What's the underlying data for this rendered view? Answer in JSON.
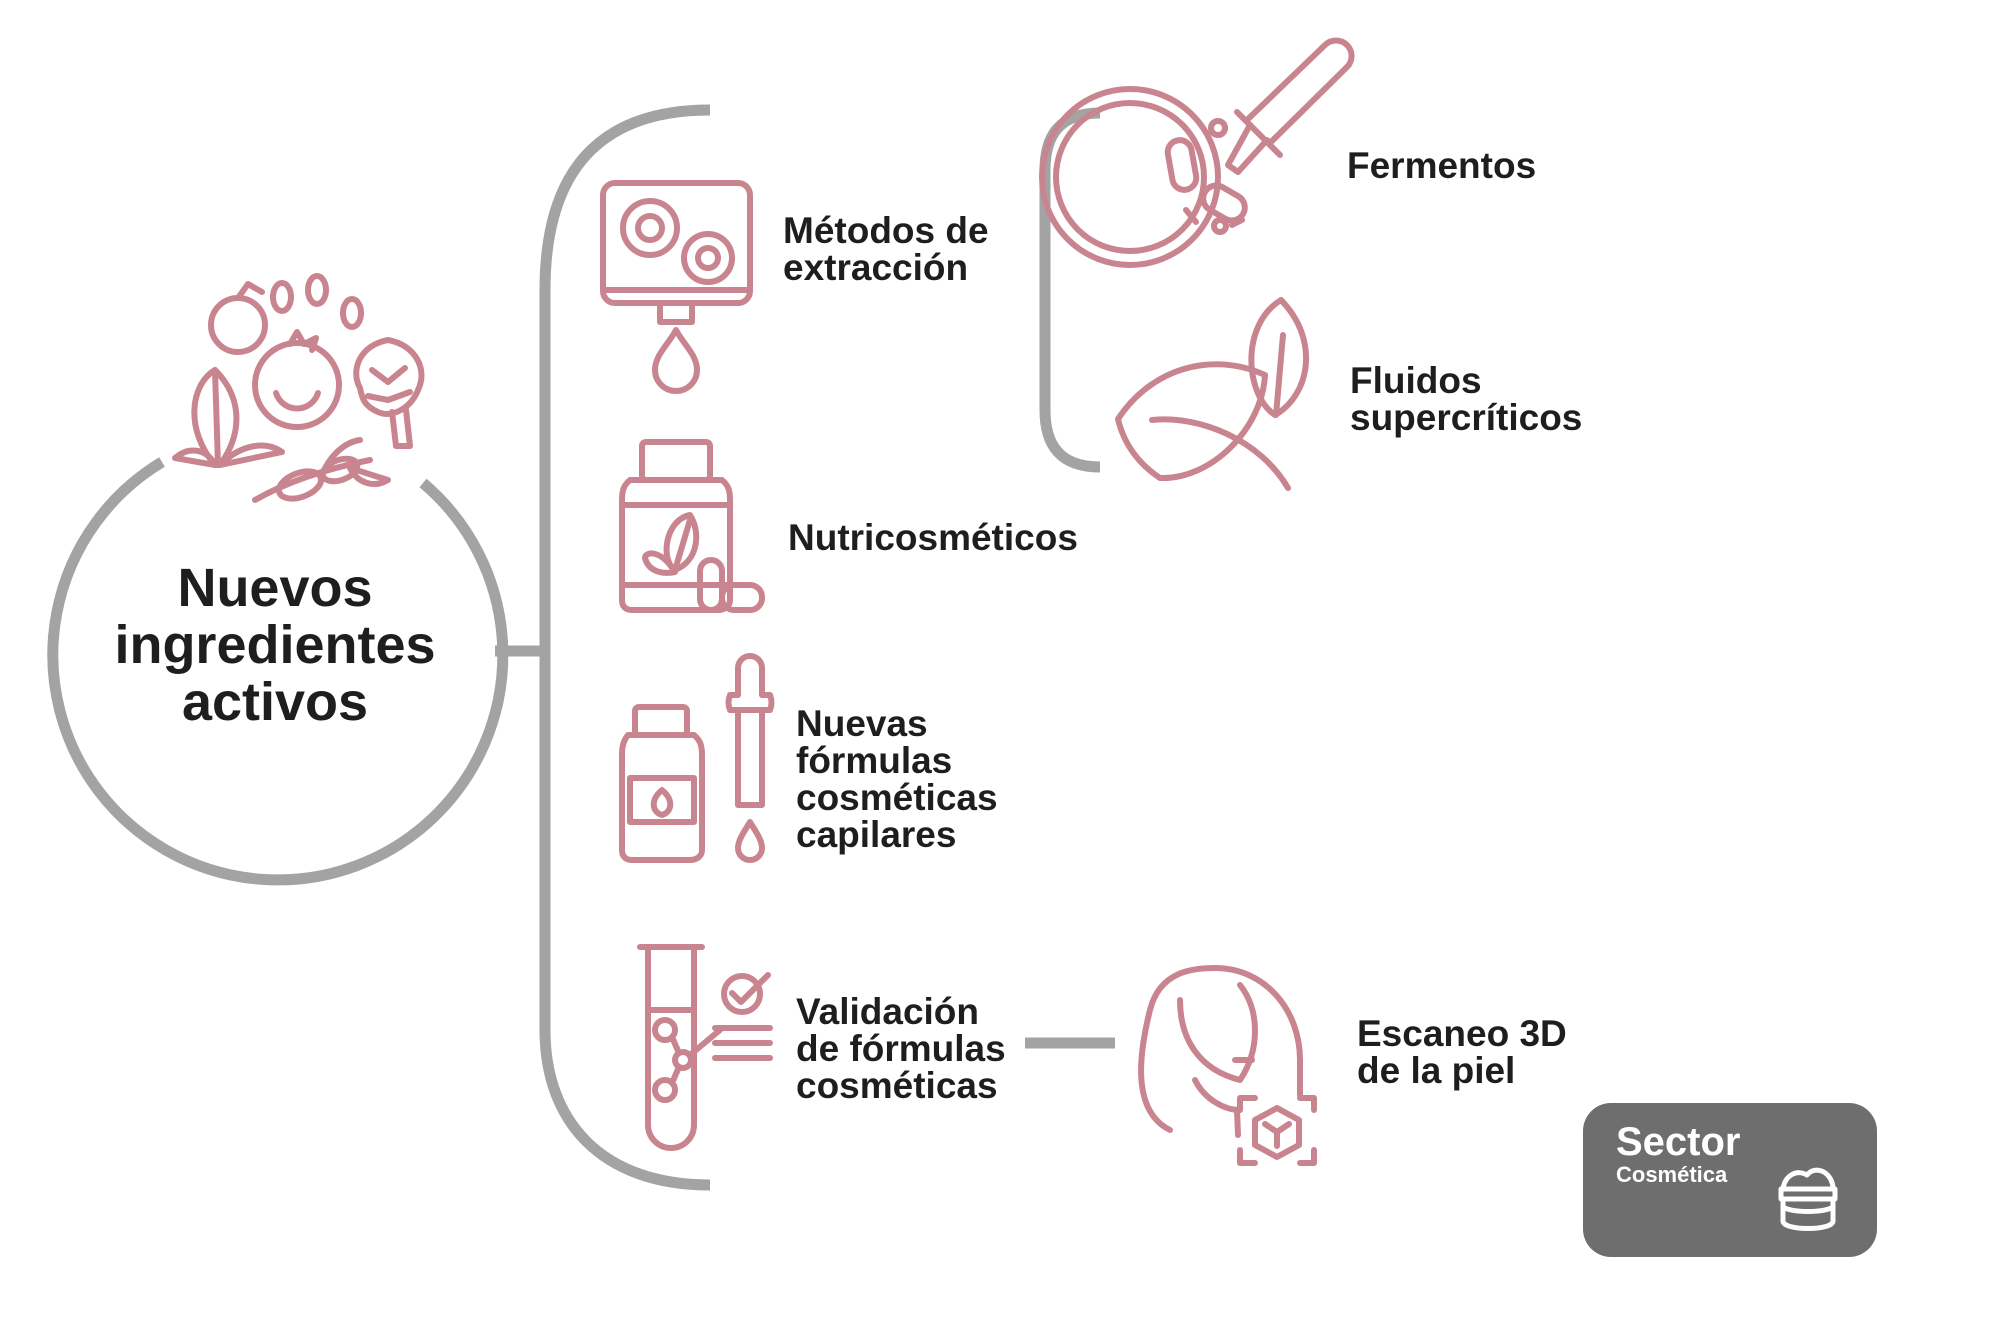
{
  "center": {
    "lines": [
      "Nuevos",
      "ingredientes",
      "activos"
    ]
  },
  "branches": [
    {
      "label_lines": [
        "Métodos de",
        "extracción"
      ],
      "icon": "extraction-machine-icon"
    },
    {
      "label_lines": [
        "Nutricosméticos"
      ],
      "icon": "supplement-jar-icon"
    },
    {
      "label_lines": [
        "Nuevas",
        "fórmulas",
        "cosméticas",
        "capilares"
      ],
      "icon": "hair-serum-dropper-icon"
    },
    {
      "label_lines": [
        "Validación",
        "de fórmulas",
        "cosméticas"
      ],
      "icon": "test-tube-validation-icon"
    }
  ],
  "sub_branches": [
    {
      "label_lines": [
        "Fermentos"
      ],
      "icon": "petri-dish-dropper-icon"
    },
    {
      "label_lines": [
        "Fluidos",
        "supercríticos"
      ],
      "icon": "leaves-icon"
    }
  ],
  "validation_link": {
    "label_lines": [
      "Escaneo 3D",
      "de la piel"
    ],
    "icon": "face-3d-scan-icon"
  },
  "badge": {
    "title": "Sector",
    "subtitle": "Cosmética",
    "icon": "cream-jar-icon"
  },
  "colors": {
    "accent": "#c9858f",
    "connector": "#a3a3a3",
    "text": "#1e1e1e",
    "badge_bg": "#6e6e6e"
  }
}
